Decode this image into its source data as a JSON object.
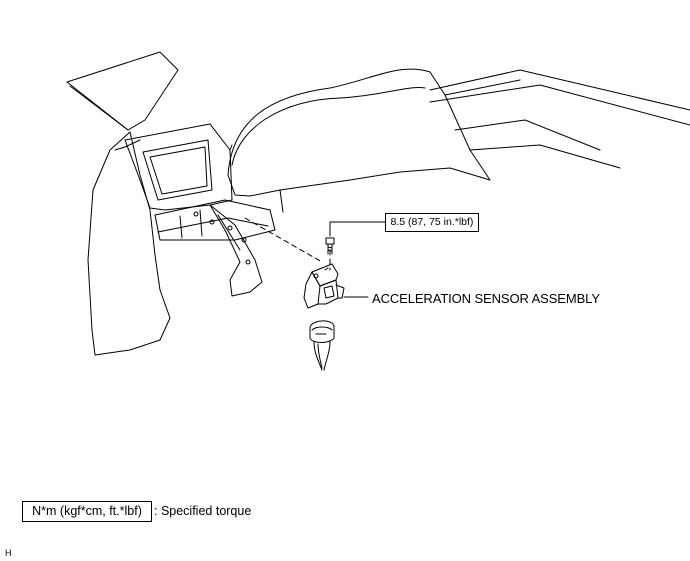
{
  "torque_spec": "8.5 (87, 75 in.*lbf)",
  "part_label": "ACCELERATION SENSOR ASSEMBLY",
  "legend": {
    "unit_box": "N*m (kgf*cm, ft.*lbf)",
    "description": ": Specified torque"
  },
  "figure_code": "H"
}
